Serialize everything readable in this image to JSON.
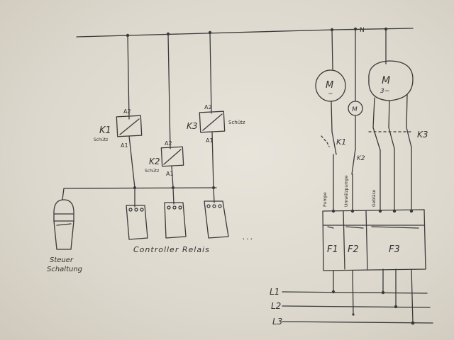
{
  "diagram": {
    "neutral_label": "N",
    "contactors": [
      {
        "id": "K1",
        "note": "Schütz",
        "a2": "A2",
        "a1": "A1"
      },
      {
        "id": "K2",
        "note": "Schütz",
        "a2": "A2",
        "a1": "A1"
      },
      {
        "id": "K3",
        "note": "Schütz",
        "a2": "A2",
        "a1": "A1"
      }
    ],
    "steuer_label_1": "Steuer",
    "steuer_label_2": "Schaltung",
    "controller_label": "Controller Relais",
    "ellipsis": "...",
    "motors": [
      {
        "symbol": "M",
        "phase": "~"
      },
      {
        "symbol": "M",
        "phase": ""
      },
      {
        "symbol": "M",
        "phase": "3~"
      }
    ],
    "switch_labels": [
      "K1",
      "K2",
      "K3"
    ],
    "load_labels": [
      "Pumpe",
      "Umwälzpumpe",
      "Gebläse"
    ],
    "fuse_labels": [
      "F1",
      "F2",
      "F3"
    ],
    "supply_lines": [
      "L1",
      "L2",
      "L3"
    ]
  }
}
